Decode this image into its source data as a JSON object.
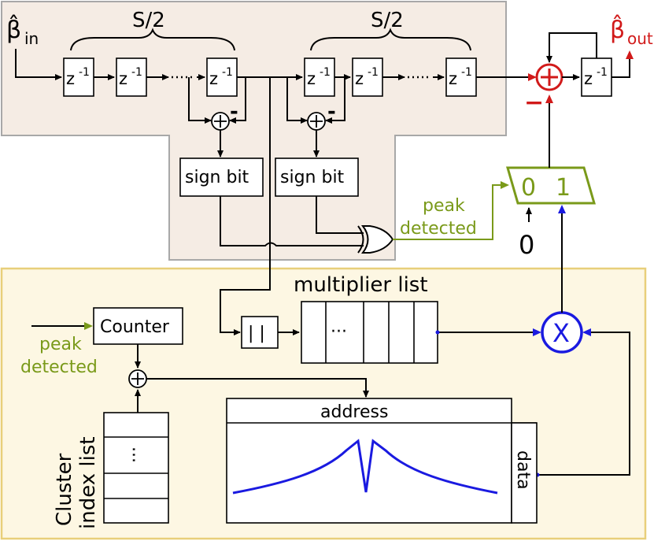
{
  "input_label": "β̂",
  "input_sub": "in",
  "output_label": "β̂",
  "output_sub": "out",
  "brace_left": "S/2",
  "brace_right": "S/2",
  "delay_label": "z",
  "delay_exp": "-1",
  "sum_left_minus": "-",
  "sum_right_minus": "-",
  "acc_minus": "−",
  "sign_bit_left": "sign bit",
  "sign_bit_right": "sign bit",
  "peak_detected_top": [
    "peak",
    "detected"
  ],
  "peak_detected_left": [
    "peak",
    "detected"
  ],
  "mux_in0": "0",
  "mux_in1": "1",
  "mux_const": "0",
  "abs_label": "| |",
  "multiplier_list_label": "multiplier list",
  "multiplier_list_dots": "···",
  "counter_label": "Counter",
  "cluster_index_label": [
    "Cluster",
    "index list"
  ],
  "cluster_dots": "···",
  "address_label": "address",
  "data_label": "data",
  "multiply_symbol": "X",
  "colors": {
    "top_region_fill": "#f5ece4",
    "top_region_stroke": "#a8a8a8",
    "bottom_region_fill": "#fdf7e3",
    "bottom_region_stroke": "#e8cf7a",
    "accumulator": "#d11a1a",
    "multiplier_path": "#1a1ae0",
    "peak_path": "#7a9a1a"
  }
}
